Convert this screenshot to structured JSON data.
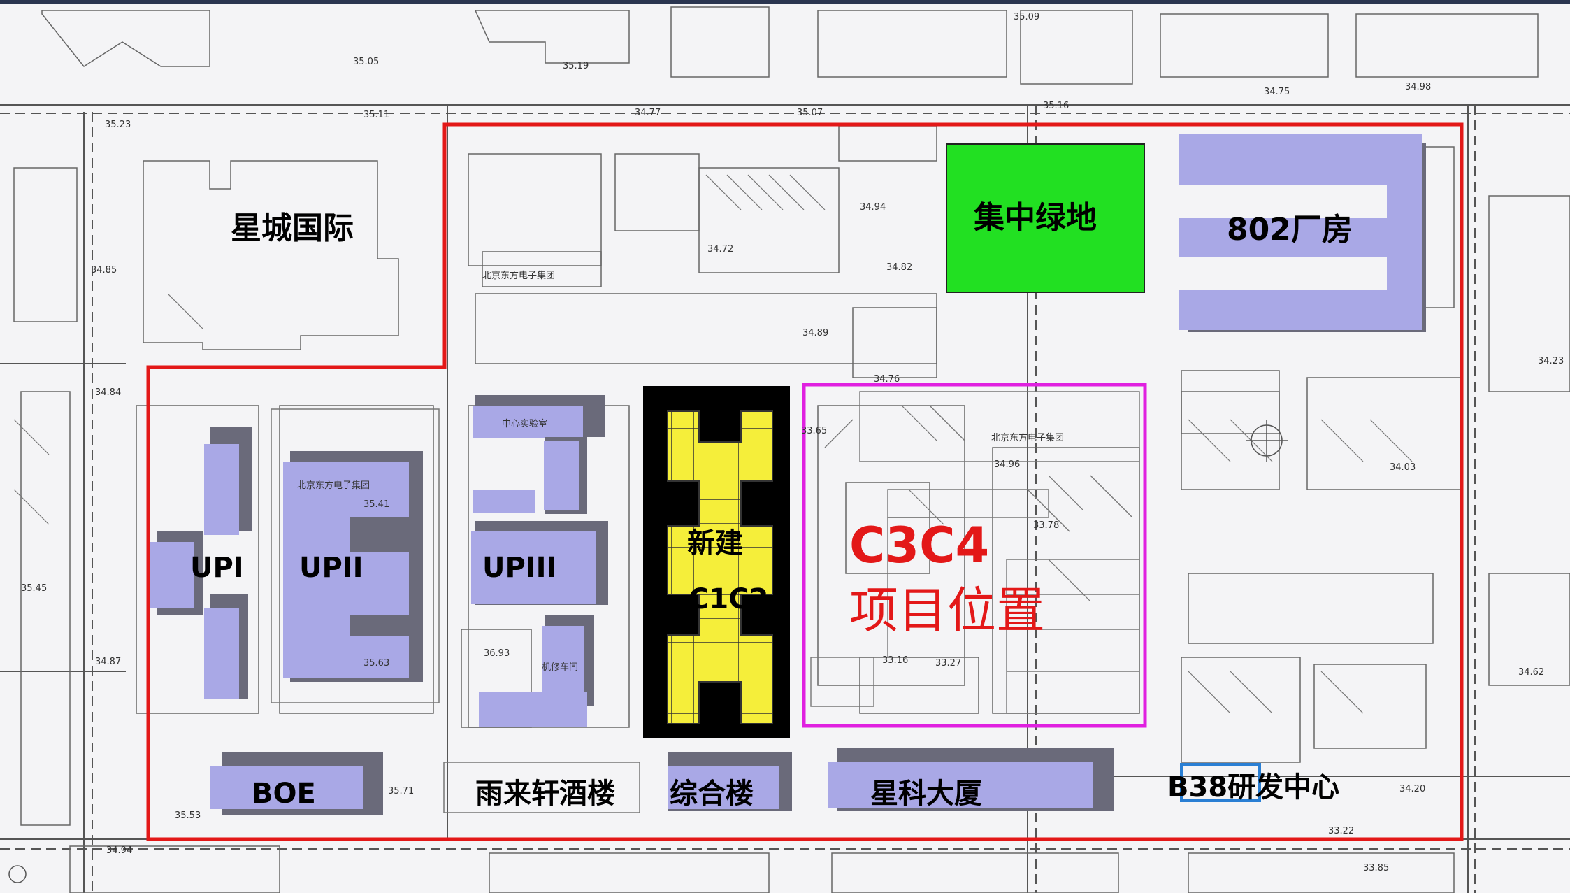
{
  "buildings": {
    "star_city": "星城国际",
    "green": "集中绿地",
    "plant_802": "802厂房",
    "up1": "UPI",
    "up2": "UPII",
    "up3": "UPIII",
    "new_label_1": "新建",
    "new_label_2": "C1C2",
    "project_code": "C3C4",
    "project_text": "项目位置",
    "boe": "BOE",
    "restaurant": "雨来轩酒楼",
    "complex": "综合楼",
    "xingke": "星科大厦",
    "rd_prefix": "B38",
    "rd_suffix": "研发中心"
  },
  "small_labels": {
    "center_lab": "中心实验室",
    "mech": "机修车间",
    "beijing_group_1": "北京东方电子集团",
    "beijing_group_2": "北京东方电子集团",
    "beijing_group_3": "北京东方电子集团"
  },
  "elevations": [
    "35.05",
    "35.19",
    "35.09",
    "34.77",
    "35.07",
    "35.16",
    "34.98",
    "34.75",
    "35.23",
    "35.11",
    "34.85",
    "34.84",
    "34.87",
    "35.45",
    "34.94",
    "34.72",
    "34.82",
    "34.89",
    "34.76",
    "33.65",
    "34.96",
    "33.78",
    "33.16",
    "33.27",
    "35.71",
    "35.53",
    "34.94",
    "34.03",
    "34.62",
    "33.85",
    "34.20",
    "33.22",
    "35.41",
    "35.63",
    "36.93",
    "34.23"
  ],
  "colors": {
    "boundary": "#e31818",
    "project": "#e020e0",
    "green": "#22e022",
    "building": "#a9a8e6",
    "building_shadow": "#6a6a7a",
    "new_bg": "#000000",
    "new_fill": "#f5ee3a",
    "rd_box": "#2a7fd4"
  }
}
